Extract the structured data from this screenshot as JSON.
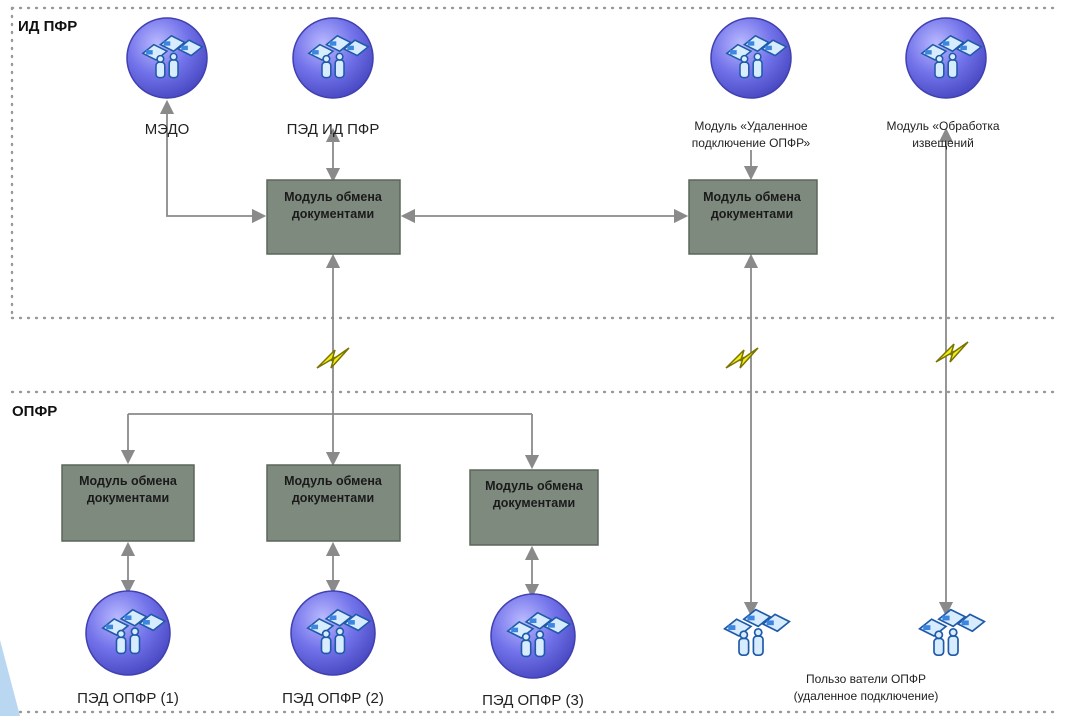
{
  "zones": {
    "top_label": "ИД ПФР",
    "bottom_label": "ОПФР"
  },
  "top_nodes": {
    "medo": "МЭДО",
    "ped_id_pfr": "ПЭД ИД ПФР",
    "remote_module_line1": "Модуль «Удаленное",
    "remote_module_line2": "подключение ОПФР»",
    "notice_module_line1": "Модуль «Обработка",
    "notice_module_line2": "извещений"
  },
  "exchange_module": {
    "line1": "Модуль обмена",
    "line2": "документами"
  },
  "bottom_nodes": {
    "ped_opfr_1": "ПЭД ОПФР (1)",
    "ped_opfr_2": "ПЭД ОПФР (2)",
    "ped_opfr_3": "ПЭД ОПФР (3)"
  },
  "remote_users": {
    "line1": "Пользо ватели ОПФР",
    "line2": "(удаленное подключение)"
  },
  "icons": {
    "node_icon": "computer-group-icon",
    "link_icon": "lightning-bolt-icon"
  },
  "colors": {
    "node_circle": "#6f6fe0",
    "module_box": "#7f8a7f",
    "lightning": "#f2ee1c",
    "connector": "#8a8a8a"
  }
}
